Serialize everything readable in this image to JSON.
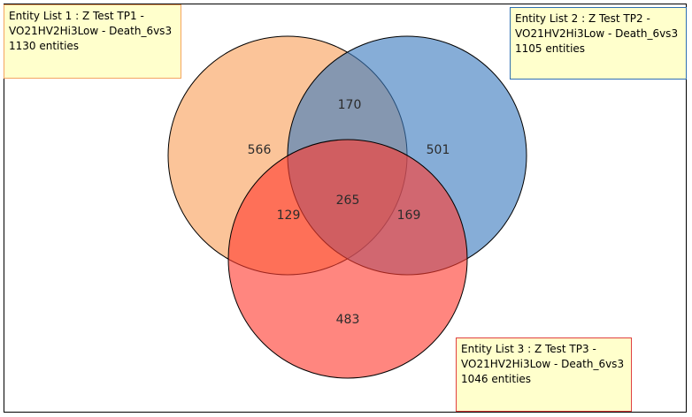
{
  "colors": {
    "set1_fill": "#f9a05a",
    "set2_fill": "#3b7bbf",
    "set3_fill": "#ff3b30",
    "set1_border": "#f4a460",
    "set2_border": "#2f6fb0",
    "set3_border": "#e04040",
    "legend_background": "#ffffcc"
  },
  "sets": [
    {
      "line1": "Entity List 1 : Z Test TP1 -",
      "line2": "VO21HV2Hi3Low - Death_6vs3",
      "count_text": "1130 entities"
    },
    {
      "line1": "Entity List 2 : Z Test TP2 -",
      "line2": "VO21HV2Hi3Low - Death_6vs3",
      "count_text": "1105 entities"
    },
    {
      "line1": "Entity List 3 : Z Test TP3 -",
      "line2": "VO21HV2Hi3Low - Death_6vs3",
      "count_text": "1046 entities"
    }
  ],
  "regions": {
    "only_1": "566",
    "only_2": "501",
    "only_3": "483",
    "set1_and_2": "170",
    "set1_and_3": "129",
    "set2_and_3": "169",
    "all_three": "265"
  }
}
